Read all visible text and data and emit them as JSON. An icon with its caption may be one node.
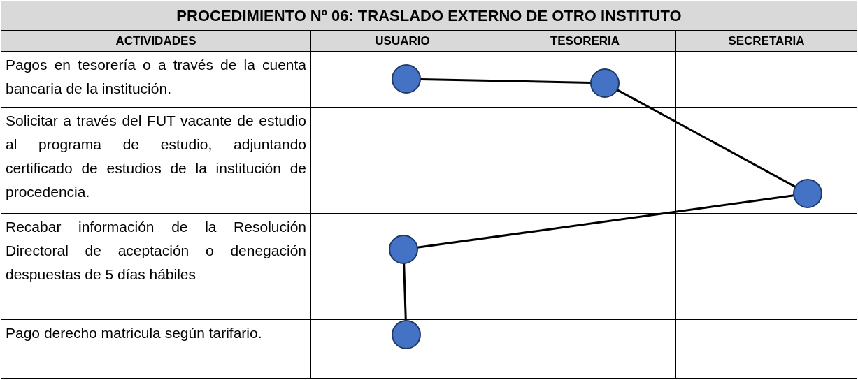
{
  "diagram": {
    "title": "PROCEDIMIENTO Nº 06: TRASLADO EXTERNO DE OTRO INSTITUTO",
    "nodes": [
      {
        "text": [],
        "shape": "circle"
      },
      {
        "text": [],
        "shape": "circle"
      },
      {
        "text": [],
        "shape": "circle"
      },
      {
        "text": [],
        "shape": "circle"
      },
      {
        "text": [],
        "shape": "circle"
      }
    ],
    "edges": [
      {
        "from": 0,
        "to": 1,
        "arrow": "none"
      },
      {
        "from": 1,
        "to": 2,
        "arrow": "none"
      },
      {
        "from": 2,
        "to": 3,
        "arrow": "none"
      },
      {
        "from": 3,
        "to": 4,
        "arrow": "none"
      }
    ],
    "labels": [
      "ACTIVIDADES",
      "USUARIO",
      "TESORERIA",
      "SECRETARIA",
      "Pagos en tesorería o a través de la cuenta bancaria de la institución.",
      "Solicitar a través del FUT vacante de estudio al programa de estudio, adjuntando certificado de estudios de la institución de procedencia.",
      "Recabar información de la Resolución Directoral de aceptación o denegación despuestas de 5 días hábiles",
      "Pago derecho matricula según tarifario."
    ]
  }
}
